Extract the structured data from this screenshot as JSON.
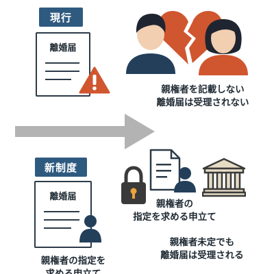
{
  "current": {
    "tag": "現行",
    "doc_title": "離婚届",
    "caption_line1": "親権者を記載しない",
    "caption_line2": "離婚届は受理されない",
    "icons": [
      "warning-icon",
      "broken-heart-icon",
      "couple-icon"
    ]
  },
  "new": {
    "tag": "新制度",
    "doc_title": "離婚届",
    "request_caption_line1": "親権者の",
    "request_caption_line2": "指定を求める申立て",
    "accept_caption_line1": "親権者未定でも",
    "accept_caption_line2": "離婚届は受理される",
    "doc_caption_line1": "親権者の指定を",
    "doc_caption_line2": "求める申立て",
    "icons": [
      "document-person-icon",
      "lock-icon",
      "court-building-icon",
      "parent-icon"
    ]
  },
  "colors": {
    "tag_bg": "#2f5a7f",
    "accent_orange": "#d0562f",
    "person_navy": "#233f5a",
    "arrow_gray": "#b3b3b3",
    "court_beige": "#e6dcc6",
    "lock_dark": "#3a3a3a"
  }
}
